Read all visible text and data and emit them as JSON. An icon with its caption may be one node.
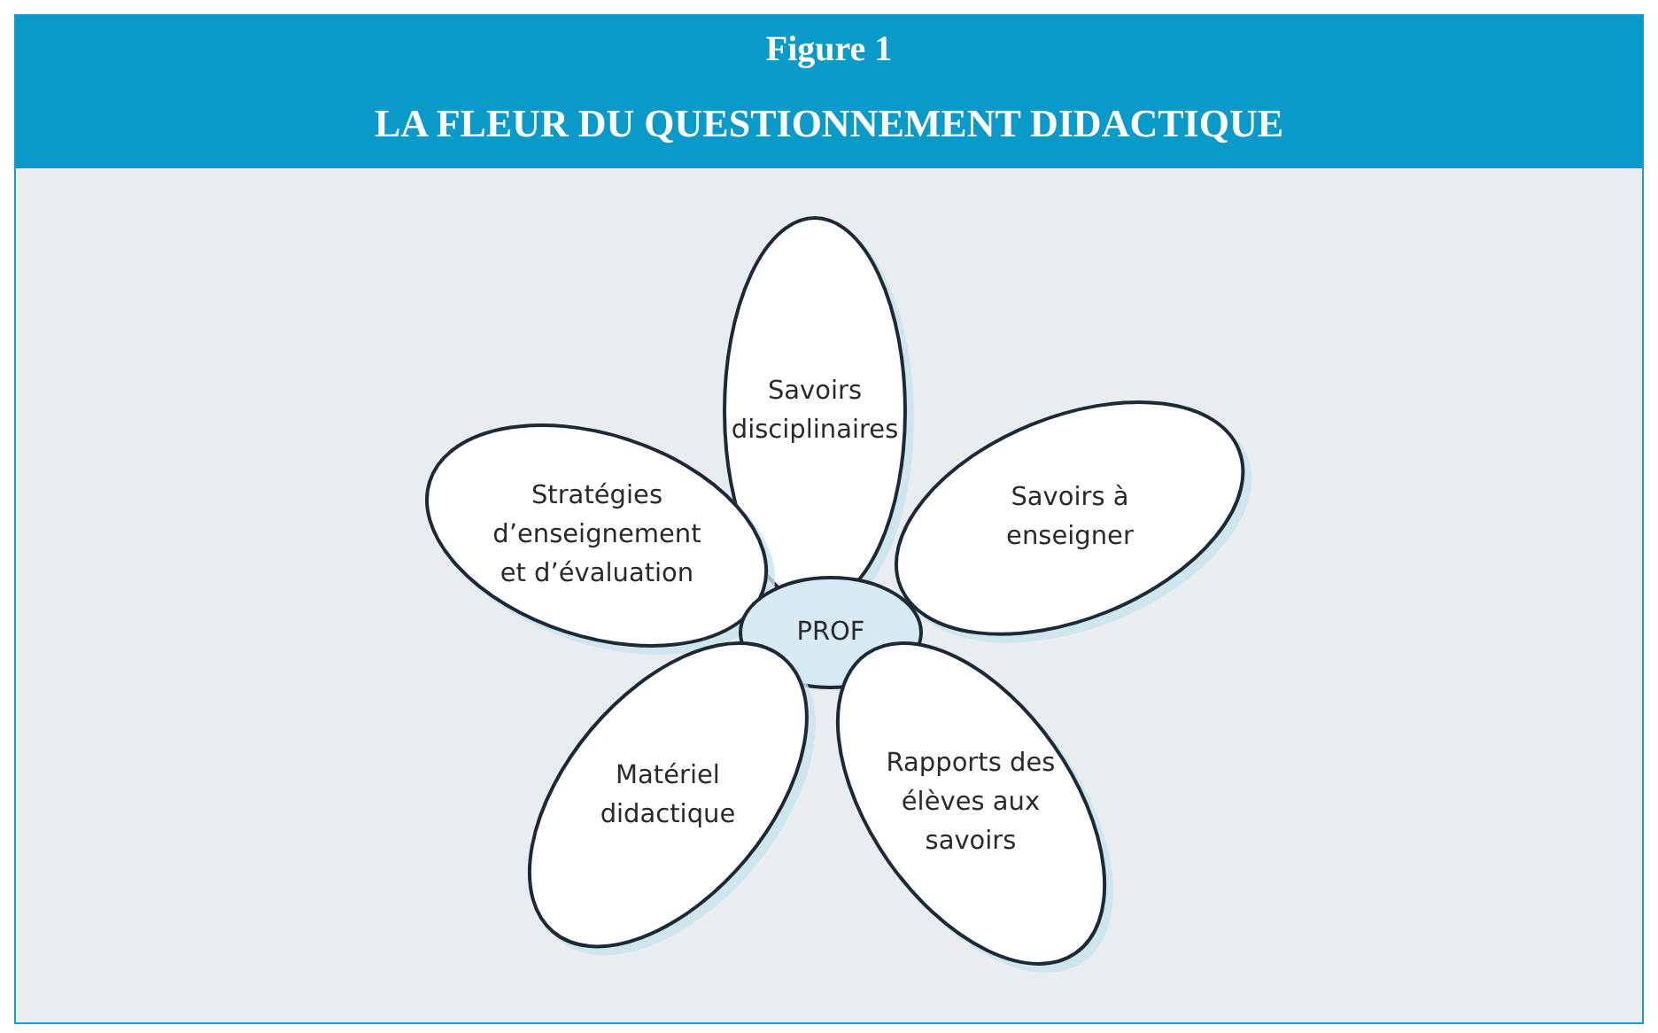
{
  "diagram": {
    "title": "LA FLEUR DU QUESTIONNEMENT DIDACTIQUE",
    "nodes": [
      {
        "text": [
          "Savoirs disciplinaires"
        ]
      },
      {
        "text": [
          "Stratégies d’enseignement et d’évaluation"
        ]
      },
      {
        "text": [
          "Savoirs à enseigner"
        ]
      },
      {
        "text": [
          "PROF"
        ]
      },
      {
        "text": [
          "Matériel didactique"
        ]
      },
      {
        "text": [
          "Rapports des élèves aux savoirs"
        ]
      }
    ],
    "labels": [
      "Figure 1"
    ]
  }
}
